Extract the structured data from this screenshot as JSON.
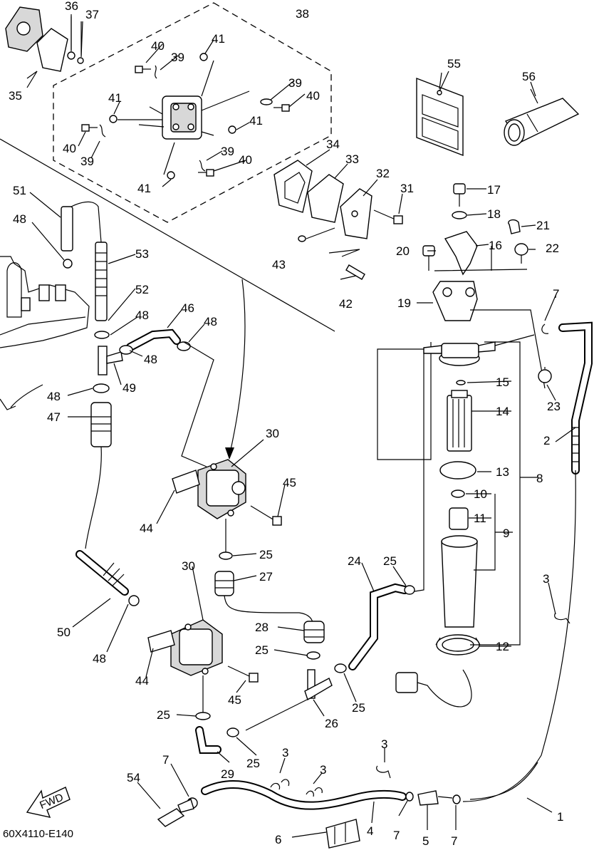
{
  "diagram": {
    "code": "60X4110-E140",
    "fwd_label": "FWD",
    "callouts": [
      {
        "id": "c36",
        "text": "36"
      },
      {
        "id": "c37",
        "text": "37"
      },
      {
        "id": "c38",
        "text": "38"
      },
      {
        "id": "c35",
        "text": "35"
      },
      {
        "id": "c40a",
        "text": "40"
      },
      {
        "id": "c39a",
        "text": "39"
      },
      {
        "id": "c41a",
        "text": "41"
      },
      {
        "id": "c39b",
        "text": "39"
      },
      {
        "id": "c40b",
        "text": "40"
      },
      {
        "id": "c41b",
        "text": "41"
      },
      {
        "id": "c41c",
        "text": "41"
      },
      {
        "id": "c40c",
        "text": "40"
      },
      {
        "id": "c39c",
        "text": "39"
      },
      {
        "id": "c39d",
        "text": "39"
      },
      {
        "id": "c40d",
        "text": "40"
      },
      {
        "id": "c41d",
        "text": "41"
      },
      {
        "id": "c55",
        "text": "55"
      },
      {
        "id": "c56",
        "text": "56"
      },
      {
        "id": "c34",
        "text": "34"
      },
      {
        "id": "c33",
        "text": "33"
      },
      {
        "id": "c32",
        "text": "32"
      },
      {
        "id": "c31",
        "text": "31"
      },
      {
        "id": "c17",
        "text": "17"
      },
      {
        "id": "c18",
        "text": "18"
      },
      {
        "id": "c21",
        "text": "21"
      },
      {
        "id": "c16",
        "text": "16"
      },
      {
        "id": "c22",
        "text": "22"
      },
      {
        "id": "c20",
        "text": "20"
      },
      {
        "id": "c51",
        "text": "51"
      },
      {
        "id": "c48a",
        "text": "48"
      },
      {
        "id": "c53",
        "text": "53"
      },
      {
        "id": "c43",
        "text": "43"
      },
      {
        "id": "c42",
        "text": "42"
      },
      {
        "id": "c52",
        "text": "52"
      },
      {
        "id": "c19",
        "text": "19"
      },
      {
        "id": "c7a",
        "text": "7"
      },
      {
        "id": "c46",
        "text": "46"
      },
      {
        "id": "c48b",
        "text": "48"
      },
      {
        "id": "c48c",
        "text": "48"
      },
      {
        "id": "c48d",
        "text": "48"
      },
      {
        "id": "c49",
        "text": "49"
      },
      {
        "id": "c48e",
        "text": "48"
      },
      {
        "id": "c47",
        "text": "47"
      },
      {
        "id": "c15",
        "text": "15"
      },
      {
        "id": "c23",
        "text": "23"
      },
      {
        "id": "c14",
        "text": "14"
      },
      {
        "id": "c2",
        "text": "2"
      },
      {
        "id": "c30a",
        "text": "30"
      },
      {
        "id": "c13",
        "text": "13"
      },
      {
        "id": "c8",
        "text": "8"
      },
      {
        "id": "c45a",
        "text": "45"
      },
      {
        "id": "c10",
        "text": "10"
      },
      {
        "id": "c44a",
        "text": "44"
      },
      {
        "id": "c11",
        "text": "11"
      },
      {
        "id": "c9",
        "text": "9"
      },
      {
        "id": "c25a",
        "text": "25"
      },
      {
        "id": "c24",
        "text": "24"
      },
      {
        "id": "c25b",
        "text": "25"
      },
      {
        "id": "c30b",
        "text": "30"
      },
      {
        "id": "c27",
        "text": "27"
      },
      {
        "id": "c3a",
        "text": "3"
      },
      {
        "id": "c50",
        "text": "50"
      },
      {
        "id": "c28",
        "text": "28"
      },
      {
        "id": "c12",
        "text": "12"
      },
      {
        "id": "c48f",
        "text": "48"
      },
      {
        "id": "c25c",
        "text": "25"
      },
      {
        "id": "c44b",
        "text": "44"
      },
      {
        "id": "c45b",
        "text": "45"
      },
      {
        "id": "c25d",
        "text": "25"
      },
      {
        "id": "c26",
        "text": "26"
      },
      {
        "id": "c25e",
        "text": "25"
      },
      {
        "id": "c25f",
        "text": "25"
      },
      {
        "id": "c3b",
        "text": "3"
      },
      {
        "id": "c3c",
        "text": "3"
      },
      {
        "id": "c3d",
        "text": "3"
      },
      {
        "id": "c29",
        "text": "29"
      },
      {
        "id": "c7b",
        "text": "7"
      },
      {
        "id": "c54",
        "text": "54"
      },
      {
        "id": "c1",
        "text": "1"
      },
      {
        "id": "c7c",
        "text": "7"
      },
      {
        "id": "c5",
        "text": "5"
      },
      {
        "id": "c7d",
        "text": "7"
      },
      {
        "id": "c6",
        "text": "6"
      },
      {
        "id": "c4",
        "text": "4"
      }
    ]
  }
}
